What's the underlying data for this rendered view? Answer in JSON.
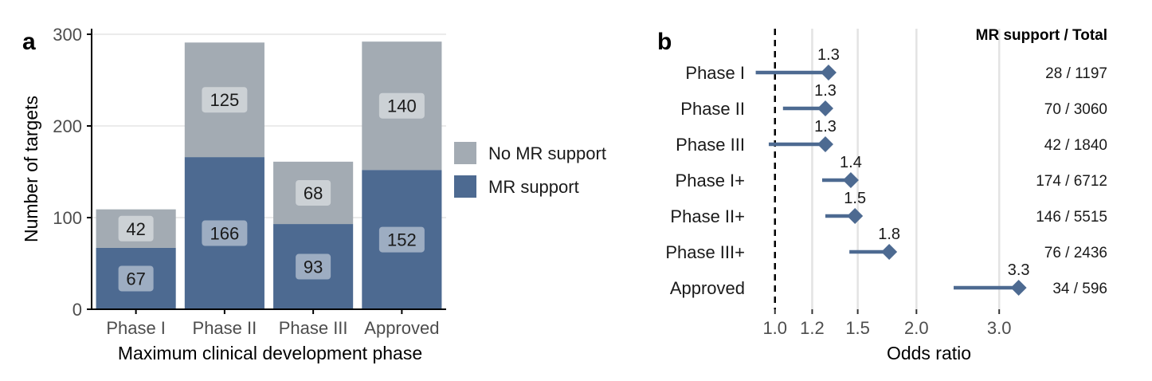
{
  "chart_data": [
    {
      "type": "bar",
      "stacked": true,
      "panel": "a",
      "xlabel": "Maximum clinical development phase",
      "ylabel": "Number of targets",
      "ylim": [
        0,
        300
      ],
      "yticks": [
        0,
        100,
        200,
        300
      ],
      "categories": [
        "Phase I",
        "Phase II",
        "Phase III",
        "Approved"
      ],
      "series": [
        {
          "name": "MR support",
          "values": [
            67,
            166,
            93,
            152
          ],
          "color": "#4d6a91"
        },
        {
          "name": "No MR support",
          "values": [
            42,
            125,
            68,
            140
          ],
          "color": "#a3abb3"
        }
      ],
      "grid": true,
      "legend_position": "right"
    },
    {
      "type": "scatter",
      "subtype": "interval",
      "panel": "b",
      "xlabel": "Odds ratio",
      "x_scale": "log",
      "xticks": [
        1.0,
        1.2,
        1.5,
        2.0,
        3.0
      ],
      "xtick_labels": [
        "1.0",
        "1.2",
        "1.5",
        "2.0",
        "3.0"
      ],
      "xlim": [
        0.88,
        3.45
      ],
      "reference_line": 1.0,
      "color": "#4d6a91",
      "count_header": "MR support / Total",
      "rows": [
        {
          "label": "Phase I",
          "or": 1.3,
          "or_label": "1.3",
          "lower": 0.91,
          "count": "28 / 1197"
        },
        {
          "label": "Phase II",
          "or": 1.28,
          "or_label": "1.3",
          "lower": 1.04,
          "count": "70 / 3060"
        },
        {
          "label": "Phase III",
          "or": 1.28,
          "or_label": "1.3",
          "lower": 0.97,
          "count": "42 / 1840"
        },
        {
          "label": "Phase I+",
          "or": 1.45,
          "or_label": "1.4",
          "lower": 1.26,
          "count": "174 / 6712"
        },
        {
          "label": "Phase II+",
          "or": 1.48,
          "or_label": "1.5",
          "lower": 1.28,
          "count": "146 / 5515"
        },
        {
          "label": "Phase III+",
          "or": 1.75,
          "or_label": "1.8",
          "lower": 1.44,
          "count": "76 / 2436"
        },
        {
          "label": "Approved",
          "or": 3.3,
          "or_label": "3.3",
          "lower": 2.4,
          "count": "34 / 596"
        }
      ],
      "grid": true
    }
  ]
}
